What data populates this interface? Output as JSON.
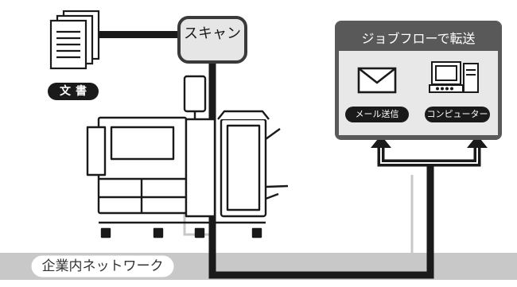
{
  "labels": {
    "scan": "スキャン",
    "document": "文書",
    "panel_title": "ジョブフローで転送",
    "email": "メール送信",
    "computer": "コンピューター",
    "network": "企業内ネットワーク"
  },
  "icons": [
    "document-stack-icon",
    "envelope-icon",
    "computer-icon",
    "multifunction-printer-icon"
  ],
  "colors": {
    "dark": "#1a1a1a",
    "panel_dark": "#595959",
    "panel_light": "#e8e8e8",
    "network_band": "#c8c8c8",
    "line_gray": "#c8c8c8"
  }
}
